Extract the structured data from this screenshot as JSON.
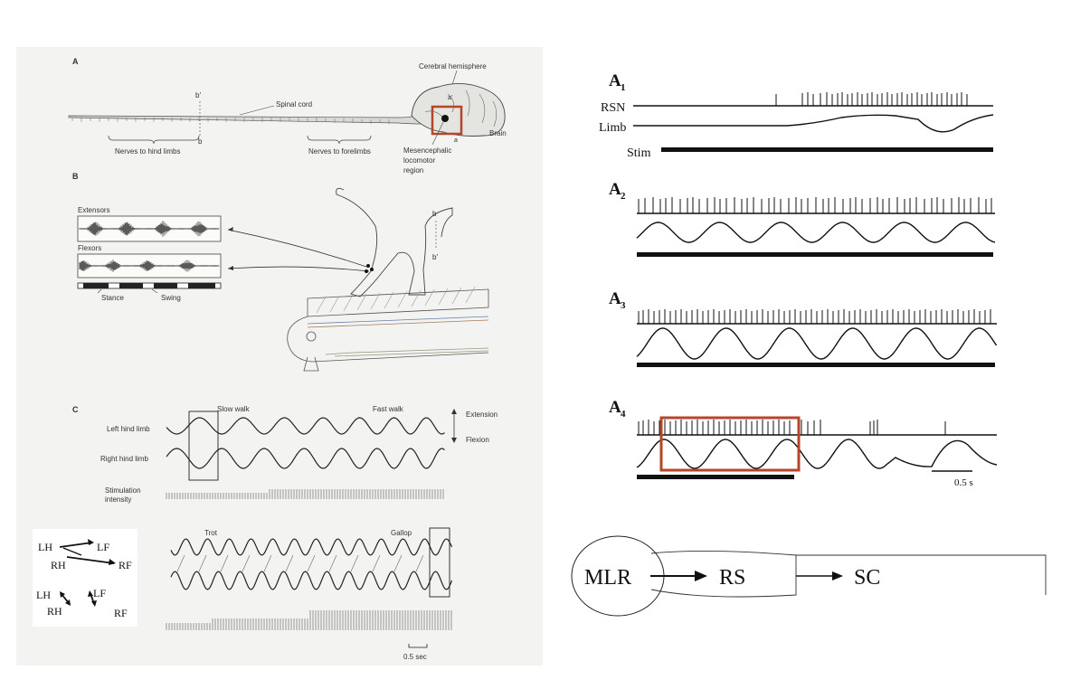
{
  "left_figure": {
    "panel_a": {
      "label": "A",
      "cerebral_hemisphere": "Cerebral hemisphere",
      "spinal_cord": "Spinal cord",
      "brain": "Brain",
      "nerves_hind": "Nerves to hind limbs",
      "nerves_fore": "Nerves to forelimbs",
      "mlr_line1": "Mesencephalic",
      "mlr_line2": "locomotor",
      "mlr_line3": "region",
      "mark_b_prime": "b′",
      "mark_b": "b",
      "mark_a": "a",
      "mark_a_prime": "a′"
    },
    "panel_b": {
      "label": "B",
      "extensors": "Extensors",
      "flexors": "Flexors",
      "stance": "Stance",
      "swing": "Swing",
      "mark_b": "b",
      "mark_b_prime": "b′"
    },
    "panel_c": {
      "label": "C",
      "slow_walk": "Slow walk",
      "fast_walk": "Fast walk",
      "extension": "Extension",
      "flexion": "Flexion",
      "left_hind_limb": "Left hind limb",
      "right_hind_limb": "Right hind limb",
      "stim_line1": "Stimulation",
      "stim_line2": "intensity",
      "trot": "Trot",
      "gallop": "Gallop",
      "scale": "0.5 sec"
    },
    "gait_key": {
      "lh_top": "LH",
      "lf_top": "LF",
      "rh_top": "RH",
      "rf_top": "RF",
      "lh_bottom": "LH",
      "lf_bottom": "LF",
      "rh_bottom": "RH",
      "rf_bottom": "RF"
    }
  },
  "right_figure": {
    "panels": [
      {
        "letter": "A",
        "sub": "1"
      },
      {
        "letter": "A",
        "sub": "2"
      },
      {
        "letter": "A",
        "sub": "3"
      },
      {
        "letter": "A",
        "sub": "4"
      }
    ],
    "rsn_label": "RSN",
    "limb_label": "Limb",
    "stim_label": "Stim",
    "scale": "0.5 s"
  },
  "circuit": {
    "mlr": "MLR",
    "rs": "RS",
    "sc": "SC"
  },
  "colors": {
    "highlight": "#b5462a",
    "photo_bg": "#f3f3f1",
    "ink": "#222222"
  }
}
